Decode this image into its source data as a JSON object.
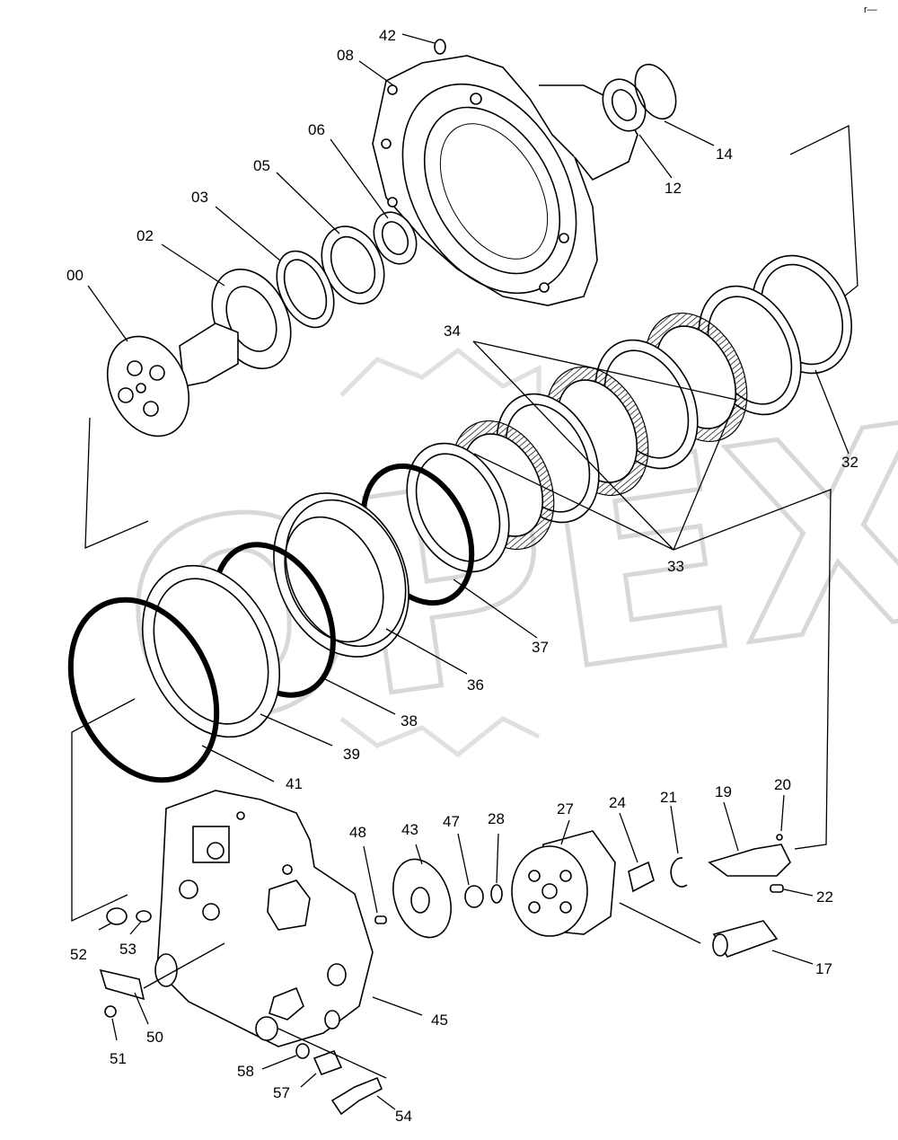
{
  "diagram": {
    "watermark": "OPEX",
    "corner_mark": "r—",
    "labels": {
      "00": "00",
      "02": "02",
      "03": "03",
      "05": "05",
      "06": "06",
      "08": "08",
      "12": "12",
      "14": "14",
      "17": "17",
      "19": "19",
      "20": "20",
      "21": "21",
      "22": "22",
      "24": "24",
      "27": "27",
      "28": "28",
      "32": "32",
      "33": "33",
      "34": "34",
      "36": "36",
      "37": "37",
      "38": "38",
      "39": "39",
      "41": "41",
      "42": "42",
      "43": "43",
      "45": "45",
      "47": "47",
      "48": "48",
      "50": "50",
      "51": "51",
      "52": "52",
      "53": "53",
      "54": "54",
      "57": "57",
      "58": "58"
    }
  }
}
